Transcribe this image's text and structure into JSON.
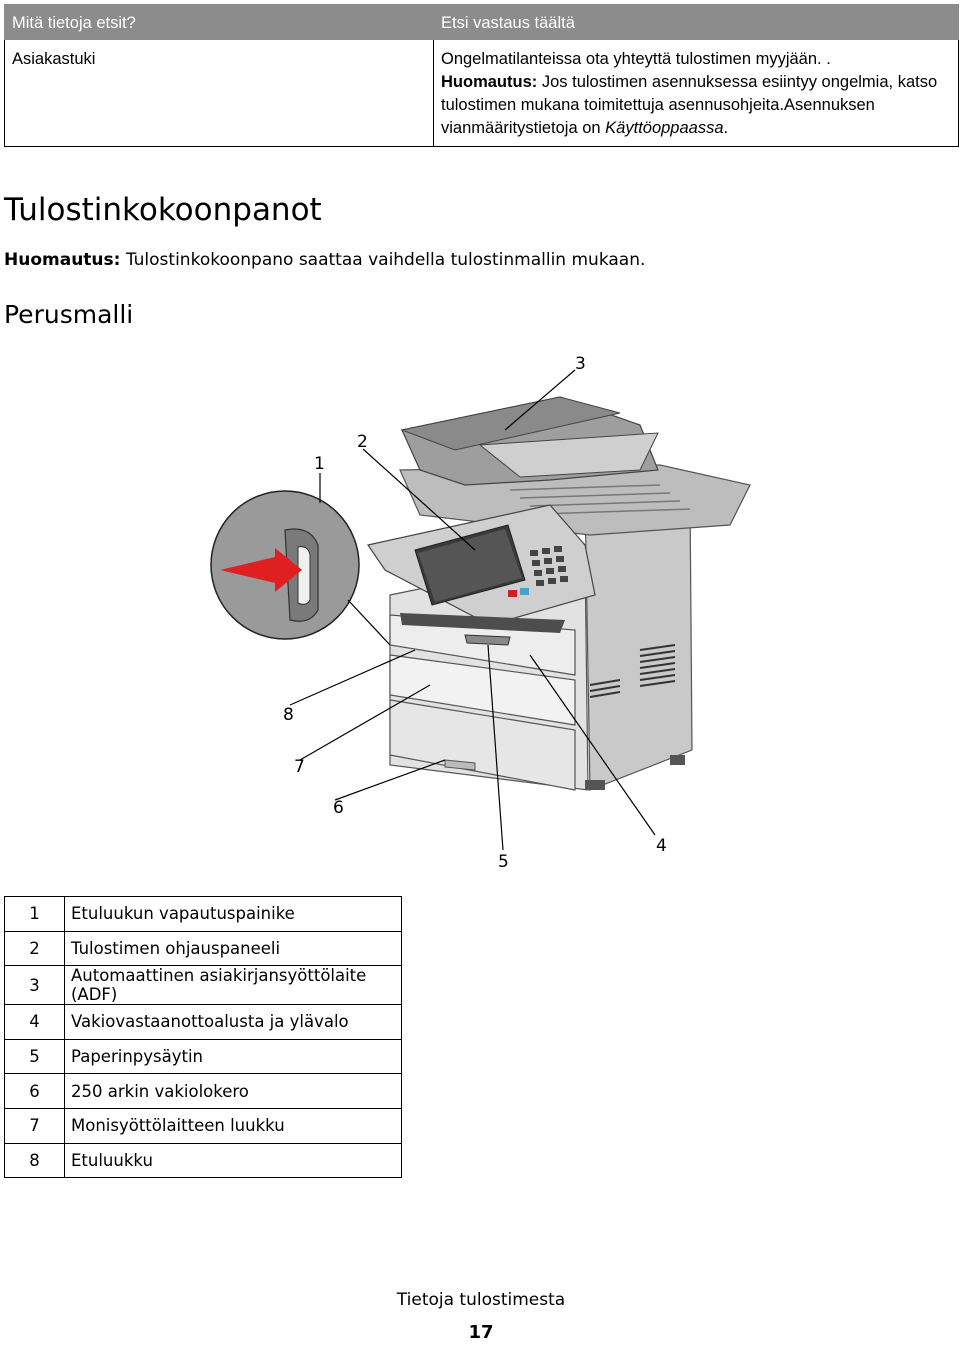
{
  "info_table": {
    "header_left": "Mitä tietoja etsit?",
    "header_right": "Etsi vastaus täältä",
    "row_label": "Asiakastuki",
    "row_line1": "Ongelmatilanteissa ota yhteyttä tulostimen myyjään. .",
    "note_label": "Huomautus:",
    "note_text": "Jos tulostimen asennuksessa esiintyy ongelmia, katso tulostimen mukana toimitettuja asennusohjeita.Asennuksen vianmääritystietoja on",
    "note_italic": "Käyttöoppaassa",
    "note_end": "."
  },
  "section_title": "Tulostinkokoonpanot",
  "section_note_label": "Huomautus:",
  "section_note_text": "Tulostinkokoonpano saattaa vaihdella tulostinmallin mukaan.",
  "subsection_title": "Perusmalli",
  "figure": {
    "callouts": [
      "1",
      "2",
      "3",
      "4",
      "5",
      "6",
      "7",
      "8"
    ],
    "colors": {
      "body": "#d6d6d6",
      "dark": "#6b6b6b",
      "arrow": "#e02020"
    }
  },
  "legend": [
    {
      "num": "1",
      "label": "Etuluukun vapautuspainike"
    },
    {
      "num": "2",
      "label": "Tulostimen ohjauspaneeli"
    },
    {
      "num": "3",
      "label": "Automaattinen asiakirjansyöttölaite (ADF)"
    },
    {
      "num": "4",
      "label": "Vakiovastaanottoalusta ja ylävalo"
    },
    {
      "num": "5",
      "label": "Paperinpysäytin"
    },
    {
      "num": "6",
      "label": "250 arkin vakiolokero"
    },
    {
      "num": "7",
      "label": "Monisyöttölaitteen luukku"
    },
    {
      "num": "8",
      "label": "Etuluukku"
    }
  ],
  "footer_title": "Tietoja tulostimesta",
  "page_number": "17"
}
